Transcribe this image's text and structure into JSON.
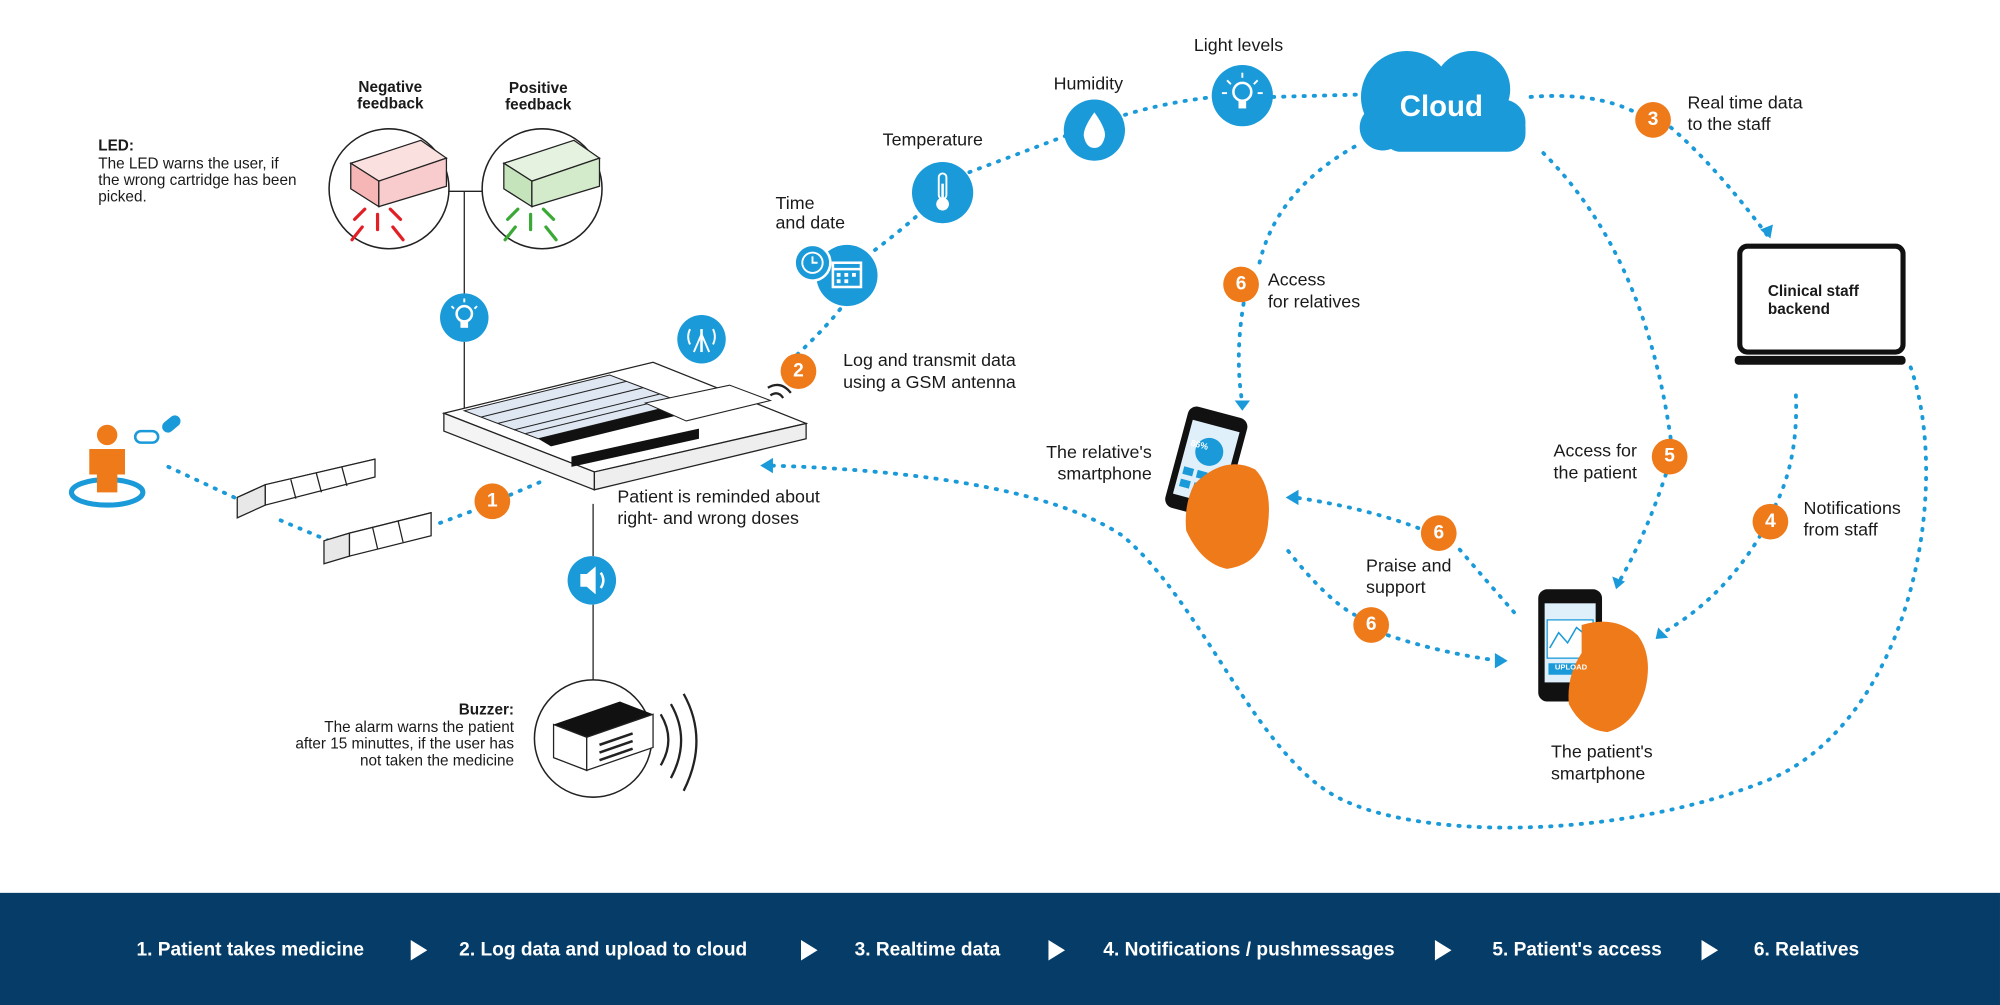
{
  "labels": {
    "negative_feedback": "Negative\nfeedback",
    "positive_feedback": "Positive\nfeedback",
    "led_title": "LED:",
    "led_text": "The LED warns the user, if\nthe wrong cartridge has been\npicked.",
    "buzzer_title": "Buzzer:",
    "buzzer_text": "The alarm warns the patient\nafter 15 minuttes, if the user has\nnot taken the medicine",
    "time_date": "Time\nand date",
    "temperature": "Temperature",
    "humidity": "Humidity",
    "light_levels": "Light levels",
    "cloud": "Cloud",
    "log_transmit": "Log and transmit data\nusing a GSM antenna",
    "patient_reminded": "Patient is reminded about\nright- and wrong doses",
    "real_time_data": "Real time data\nto the staff",
    "clinical_backend": "Clinical staff\nbackend",
    "access_relatives": "Access\nfor relatives",
    "relative_smartphone": "The relative's\nsmartphone",
    "access_patient": "Access for\nthe patient",
    "notifications_staff": "Notifications\nfrom staff",
    "praise_support": "Praise and\nsupport",
    "patient_smartphone": "The patient's\nsmartphone",
    "relative_screen_value": "86%",
    "patient_screen_button": "UPLOAD"
  },
  "badges": {
    "b1": "1",
    "b2": "2",
    "b3": "3",
    "b4": "4",
    "b5": "5",
    "b6a": "6",
    "b6b": "6",
    "b6c": "6"
  },
  "footer": {
    "steps": [
      "1. Patient takes medicine",
      "2. Log data and upload to cloud",
      "3. Realtime data",
      "4. Notifications / pushmessages",
      "5. Patient's access",
      "6. Relatives"
    ]
  },
  "colors": {
    "accent_blue": "#1a9ad9",
    "accent_orange": "#ee7a1a",
    "footer_navy": "#053d68",
    "led_red": "#e31f26",
    "led_green": "#3aa935"
  }
}
